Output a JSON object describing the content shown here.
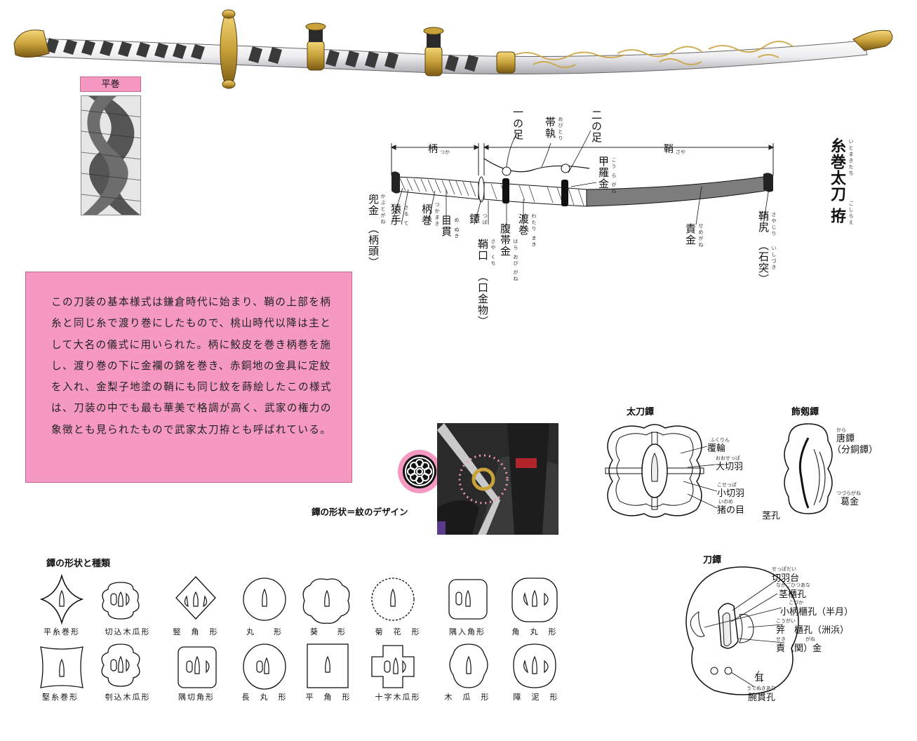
{
  "hiramaki": {
    "label": "平巻"
  },
  "top_title": {
    "main": "糸巻太刀",
    "main_ruby": "いとまきたち",
    "sub": "拵",
    "sub_ruby": "ごしらえ"
  },
  "dimensions": {
    "tsuka": "柄",
    "tsuka_ruby": "つか",
    "saya": "鞘",
    "saya_ruby": "さや"
  },
  "parts": {
    "kabutogane": "兜金",
    "kabutogane_ruby": "かぶとがね",
    "kabutogane_paren": "（柄頭）",
    "sarute": "猿手",
    "sarute_ruby": "さる て",
    "tsukamaki": "柄巻",
    "tsukamaki_ruby": "つかまき",
    "menuki": "目貫",
    "menuki_ruby": "め ぬき",
    "tsuba": "鐔",
    "tsuba_ruby": "つば",
    "koiguchi": "鞘口",
    "koiguchi_ruby": "さや くち",
    "koiguchi_paren": "（口金物）",
    "haraobigane": "腹帯金",
    "haraobigane_ruby": "はら おび がね",
    "watarimaki": "渡巻",
    "watarimaki_ruby": "わたり まき",
    "ichinoashi": "一の足",
    "obitori": "帯執",
    "obitori_ruby": "おびとり",
    "ninoashi": "二の足",
    "kouragane": "甲羅金",
    "kouragane_ruby": "こう ら がね",
    "semegane": "責金",
    "semegane_ruby": "せめがね",
    "sayajiri": "鞘尻",
    "sayajiri_ruby": "さやじり",
    "sayajiri_paren": "（石突）",
    "sayajiri_paren_ruby": "いしづき"
  },
  "note": {
    "text": "この刀装の基本様式は鎌倉時代に始まり、鞘の上部を柄糸と同じ糸で渡り巻にしたもので、桃山時代以降は主として大名の儀式に用いられた。柄に鮫皮を巻き柄巻を施し、渡り巻の下に金襴の錦を巻き、赤銅地の金具に定紋を入れ、金梨子地塗の鞘にも同じ紋を蒔絵したこの様式は、刀装の中でも最も華美で格調が高く、武家の権力の象徴とも見られたもので武家太刀拵とも呼ばれている。"
  },
  "photo_caption": "鐔の形状＝紋のデザイン",
  "tachi_tsuba": {
    "title": "太刀鐔",
    "labels": [
      {
        "ruby": "ふくりん",
        "text": "覆輪"
      },
      {
        "ruby": "おおせっぱ",
        "text": "大切羽"
      },
      {
        "ruby": "こせっぱ",
        "text": "小切羽"
      },
      {
        "ruby": "いのめ",
        "text": "猪の目"
      }
    ]
  },
  "kazari_tsuba": {
    "title": "飾剱鐔",
    "karatsuba_ruby": "から",
    "karatsuba": "唐鐔",
    "karatsuba_paren": "（分銅鐔）",
    "kuzugane_ruby": "つづらがね",
    "kuzugane": "葛金",
    "nakago_hole": "茎孔"
  },
  "katana_tsuba": {
    "title": "刀鐔",
    "labels": [
      {
        "ruby": "せっぱだい",
        "text": "切羽台"
      },
      {
        "ruby": "なかごひつあな",
        "text": "茎櫃孔"
      },
      {
        "ruby": "こづか",
        "text": "小柄櫃孔（半月）"
      },
      {
        "ruby": "こうがい",
        "text": "笄　櫃孔（洲浜）"
      },
      {
        "ruby": "せき　　　　がね",
        "text": "責（関）金"
      },
      {
        "ruby": "うでぬきあな",
        "text": "腕貫孔"
      }
    ],
    "mimi": "耳"
  },
  "shapes": {
    "title": "鐔の形状と種類",
    "row1": [
      "平糸巻形",
      "切込木瓜形",
      "竪　角　形",
      "丸　　形",
      "葵　　形",
      "菊　花　形",
      "隅入角形",
      "角　丸　形"
    ],
    "row2": [
      "堅糸巻形",
      "刳込木瓜形",
      "隅切角形",
      "長　丸　形",
      "平　角　形",
      "十字木瓜形",
      "木　瓜　形",
      "障　泥　形"
    ]
  },
  "colors": {
    "pink": "#f598c2",
    "gold": "#c9a23a",
    "saya_white": "#f1f1f3",
    "ink": "#111111"
  }
}
